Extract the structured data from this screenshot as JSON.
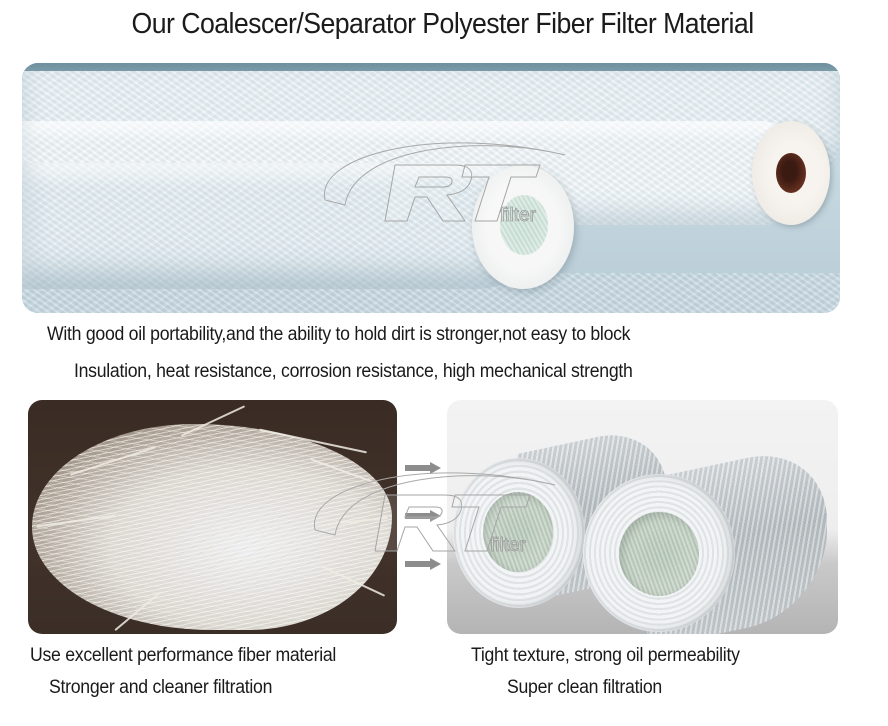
{
  "title": "Our Coalescer/Separator Polyester Fiber Filter Material",
  "top_section": {
    "image": {
      "subject": "polyester-fiber-filter-rolls",
      "alt": "White herringbone-woven polyester fiber filter rolls"
    },
    "captions": [
      "With good oil portability,and the ability to hold dirt is stronger,not easy to block",
      "Insulation, heat resistance, corrosion resistance, high mechanical strength"
    ]
  },
  "bottom_left": {
    "image": {
      "subject": "chopped-fiber-strands",
      "alt": "Pile of chopped white fiber strands on dark background"
    },
    "captions": [
      "Use excellent performance fiber material",
      "Stronger and cleaner filtration"
    ]
  },
  "bottom_right": {
    "image": {
      "subject": "fiber-roving-spools",
      "alt": "Two wound fiber roving spools"
    },
    "captions": [
      "Tight texture, strong oil permeability",
      "Super clean filtration"
    ]
  },
  "arrows": {
    "count": 3,
    "direction": "right",
    "color": "#8d8d8d"
  },
  "watermark": {
    "logo_text": "RT",
    "sub_text": "filter",
    "color": "#9a9a9a"
  },
  "colors": {
    "background": "#ffffff",
    "text": "#1a1a1a",
    "top_backdrop": "#6e8f9e",
    "bottom_left_backdrop": "#3a2c24",
    "bottom_right_backdrop": "#eeeeee",
    "roll_core": "#3b1a12"
  }
}
